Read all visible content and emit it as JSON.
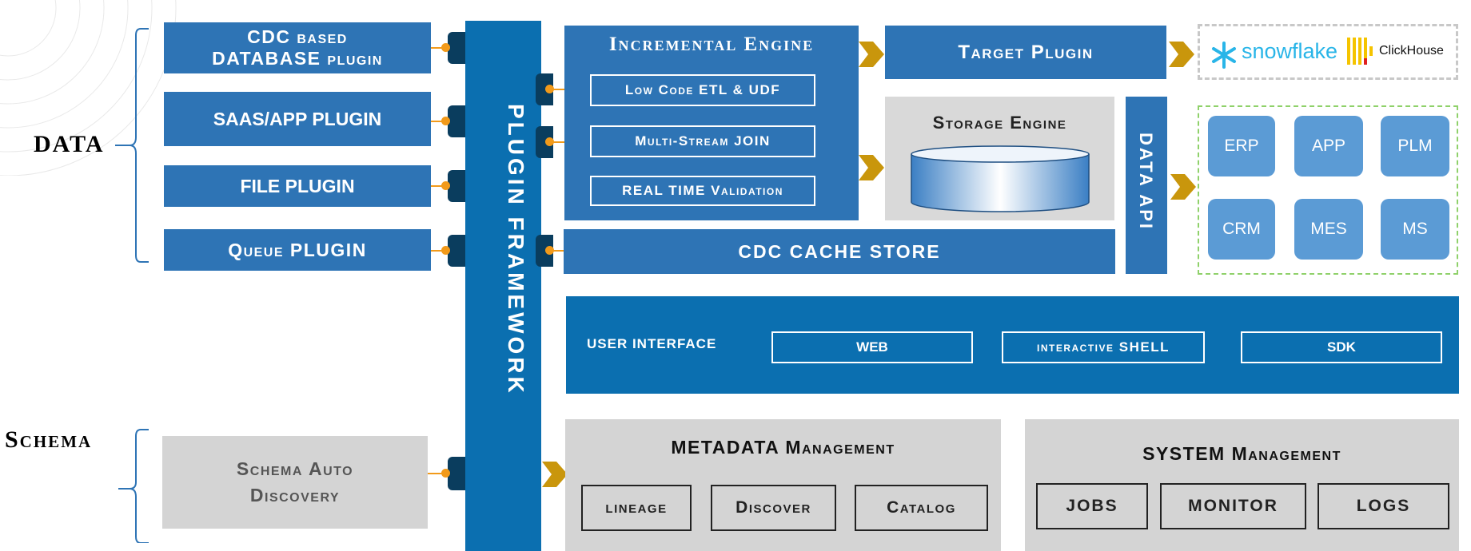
{
  "left_labels": {
    "data": "DATA",
    "schema": "Schema"
  },
  "source_plugins": [
    {
      "line1": "CDC  based",
      "line2": "DATABASE plugin"
    },
    {
      "label": "SAAS/APP PLUGIN"
    },
    {
      "label": "FILE PLUGIN"
    },
    {
      "label": "Queue PLUGIN"
    }
  ],
  "schema_box": {
    "line1": "Schema Auto",
    "line2": "Discovery"
  },
  "framework": {
    "label": "PLUGIN FRAMEWORK"
  },
  "incremental_engine": {
    "title": "Incremental Engine",
    "items": [
      "Low Code ETL & UDF",
      "Multi-Stream JOIN",
      "REAL TIME Validation"
    ]
  },
  "target_plugin": {
    "label": "Target Plugin"
  },
  "targets": {
    "snowflake": "snowflake",
    "clickhouse": "ClickHouse"
  },
  "storage_engine": {
    "title": "Storage Engine"
  },
  "data_api": {
    "label": "DATA API"
  },
  "apps": [
    "ERP",
    "APP",
    "PLM",
    "CRM",
    "MES",
    "MS"
  ],
  "cache_store": {
    "label": "CDC CACHE STORE"
  },
  "user_interface": {
    "label": "USER INTERFACE",
    "items": [
      "WEB",
      "interactive SHELL",
      "SDK"
    ]
  },
  "metadata": {
    "title": "METADATA Management",
    "items": [
      "lineage",
      "Discover",
      "Catalog"
    ]
  },
  "system": {
    "title": "SYSTEM Management",
    "items": [
      "JOBS",
      "MONITOR",
      "LOGS"
    ]
  },
  "colors": {
    "primary_blue": "#2e74b5",
    "framework_blue": "#0b6fb0",
    "grey_panel": "#d4d4d4",
    "arrow_gold": "#c9960c",
    "connector_orange": "#f29a1a",
    "app_tile": "#5b9bd5"
  }
}
